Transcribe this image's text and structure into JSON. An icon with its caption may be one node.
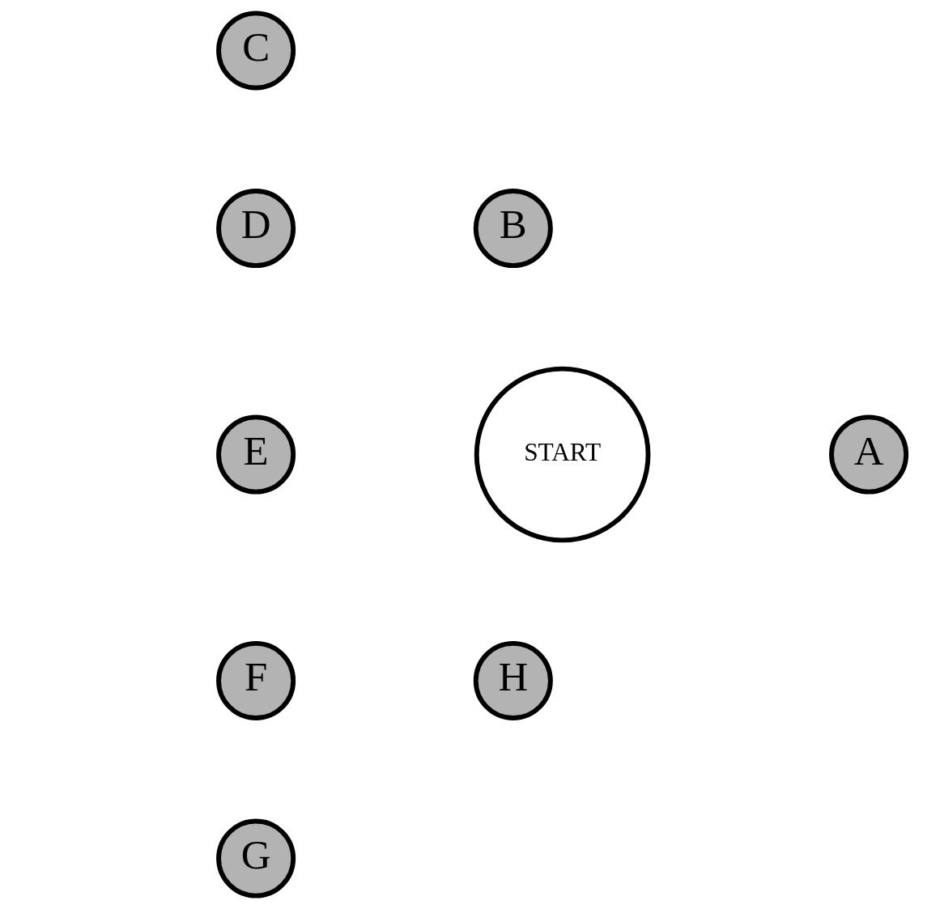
{
  "diagram": {
    "nodes": [
      {
        "text": [
          "START"
        ]
      },
      {
        "text": [
          "A"
        ]
      },
      {
        "text": [
          "B"
        ]
      },
      {
        "text": [
          "C"
        ]
      },
      {
        "text": [
          "D"
        ]
      },
      {
        "text": [
          "E"
        ]
      },
      {
        "text": [
          "F"
        ]
      },
      {
        "text": [
          "G"
        ]
      },
      {
        "text": [
          "H"
        ]
      }
    ],
    "edges": []
  }
}
